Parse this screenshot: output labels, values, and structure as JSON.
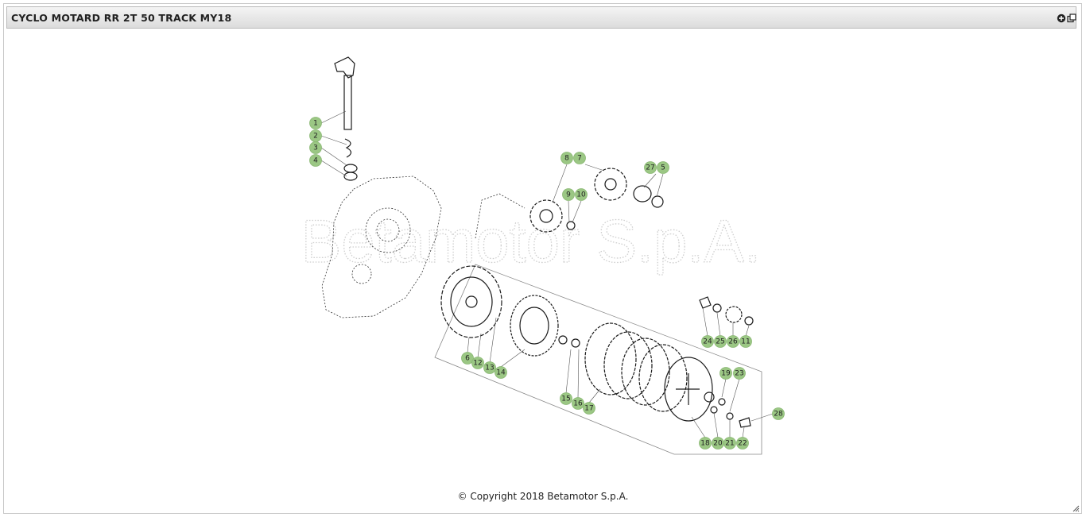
{
  "window": {
    "title": "CYCLO MOTARD RR 2T 50 TRACK MY18",
    "icons": [
      "add-circle-icon",
      "new-window-icon"
    ]
  },
  "diagram": {
    "watermark": "Betamotor S.p.A.",
    "callouts": [
      "1",
      "2",
      "3",
      "4",
      "8",
      "7",
      "27",
      "5",
      "9",
      "10",
      "6",
      "12",
      "13",
      "14",
      "24",
      "25",
      "26",
      "11",
      "19",
      "23",
      "15",
      "16",
      "17",
      "28",
      "18",
      "20",
      "21",
      "22"
    ]
  },
  "footer": {
    "copyright": "© Copyright 2018 Betamotor S.p.A."
  }
}
